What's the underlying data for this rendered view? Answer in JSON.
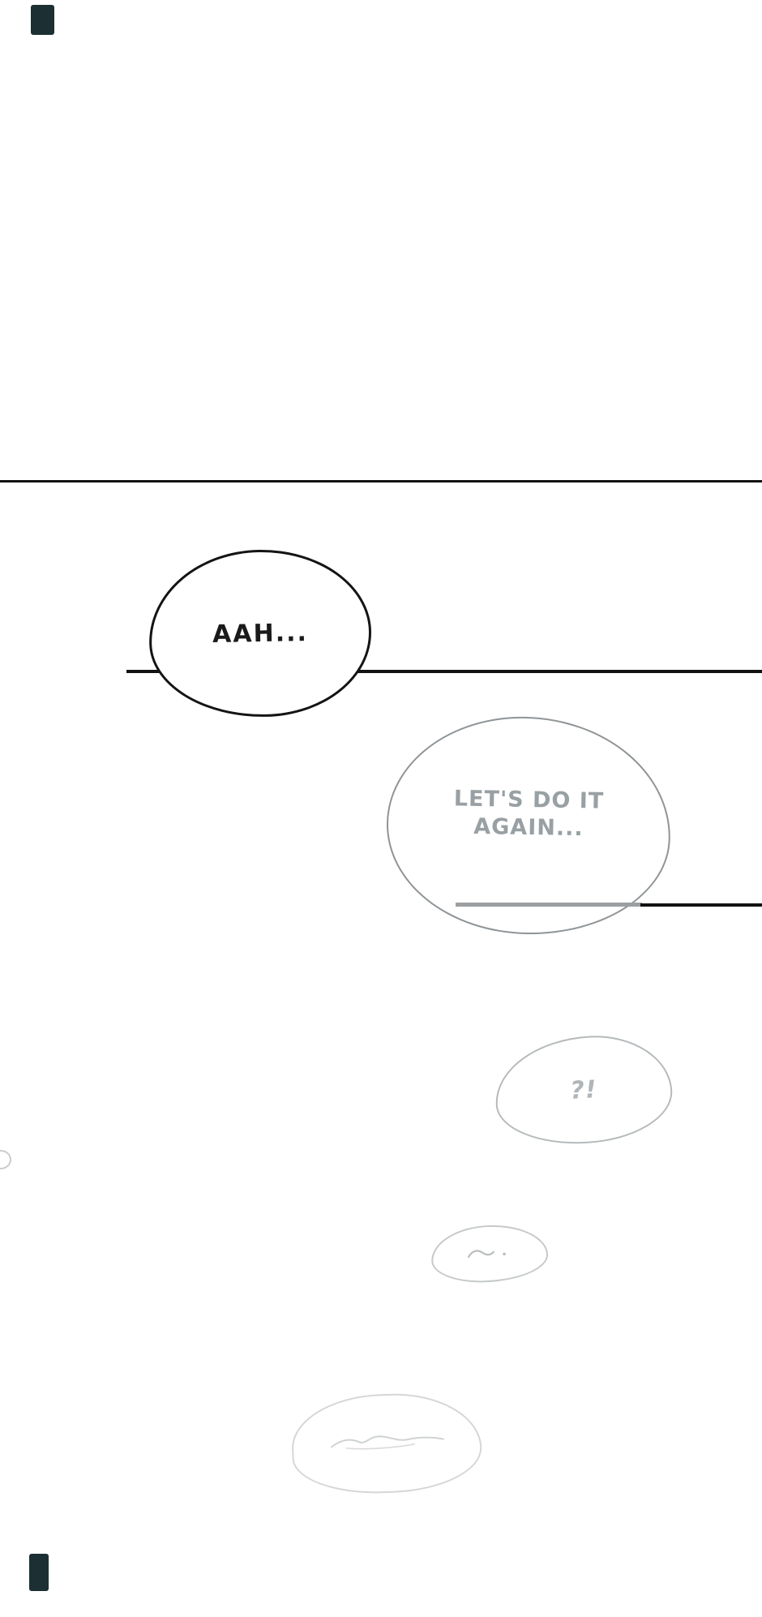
{
  "page": {
    "type": "webtoon-comic-panel",
    "background_color": "#ffffff",
    "artwork_line_color": "#121212",
    "panel_fragment_color": "#1c2f33"
  },
  "bubbles": {
    "aah": {
      "text": "AAH...",
      "text_color": "#1a1a1a",
      "outline_color": "#141414"
    },
    "lets_do_it": {
      "text": "LET'S DO IT AGAIN...",
      "text_color": "#99a0a3",
      "outline_color": "#8f9497"
    },
    "interrobang": {
      "text": "?!",
      "text_color": "#b0b5b8",
      "outline_color": "#b6babc"
    },
    "mumble_small": {
      "mark": "short-scribble-with-dot",
      "outline_color": "#c6c9cb"
    },
    "mumble_large": {
      "mark": "long-scribble",
      "outline_color": "#d4d6d8"
    }
  }
}
